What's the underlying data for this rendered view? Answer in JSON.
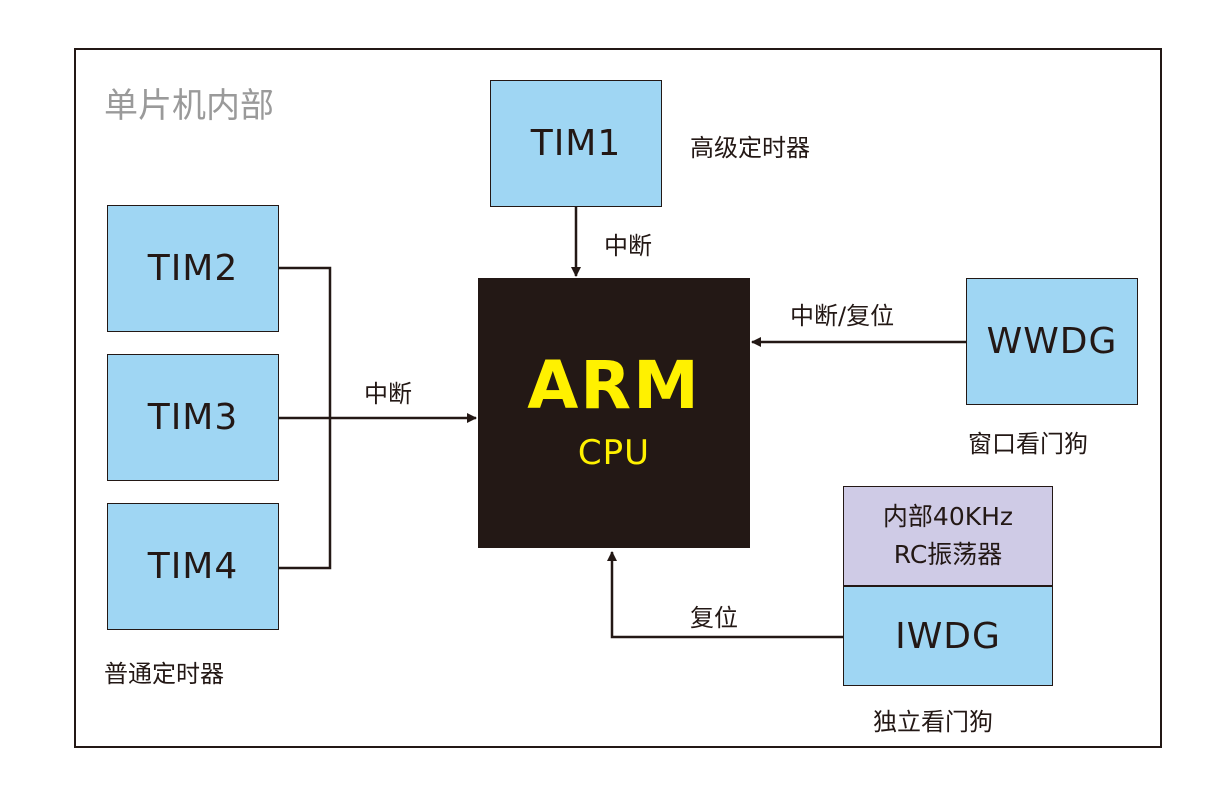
{
  "title": "单片机内部",
  "cpu": {
    "name": "ARM",
    "sub": "CPU"
  },
  "blocks": {
    "tim1": "TIM1",
    "tim2": "TIM2",
    "tim3": "TIM3",
    "tim4": "TIM4",
    "wwdg": "WWDG",
    "iwdg": "IWDG",
    "rc_line1": "内部40KHz",
    "rc_line2": "RC振荡器"
  },
  "captions": {
    "tim1": "高级定时器",
    "general": "普通定时器",
    "wwdg": "窗口看门狗",
    "iwdg": "独立看门狗"
  },
  "edges": {
    "tim1_to_cpu": "中断",
    "general_to_cpu": "中断",
    "wwdg_to_cpu": "中断/复位",
    "iwdg_to_cpu": "复位"
  },
  "colors": {
    "block_fill": "#9fd6f3",
    "rc_fill": "#cfcbe6",
    "cpu_fill": "#231815",
    "cpu_text": "#fff100",
    "line": "#231815",
    "title_text": "#9a9a9a"
  }
}
